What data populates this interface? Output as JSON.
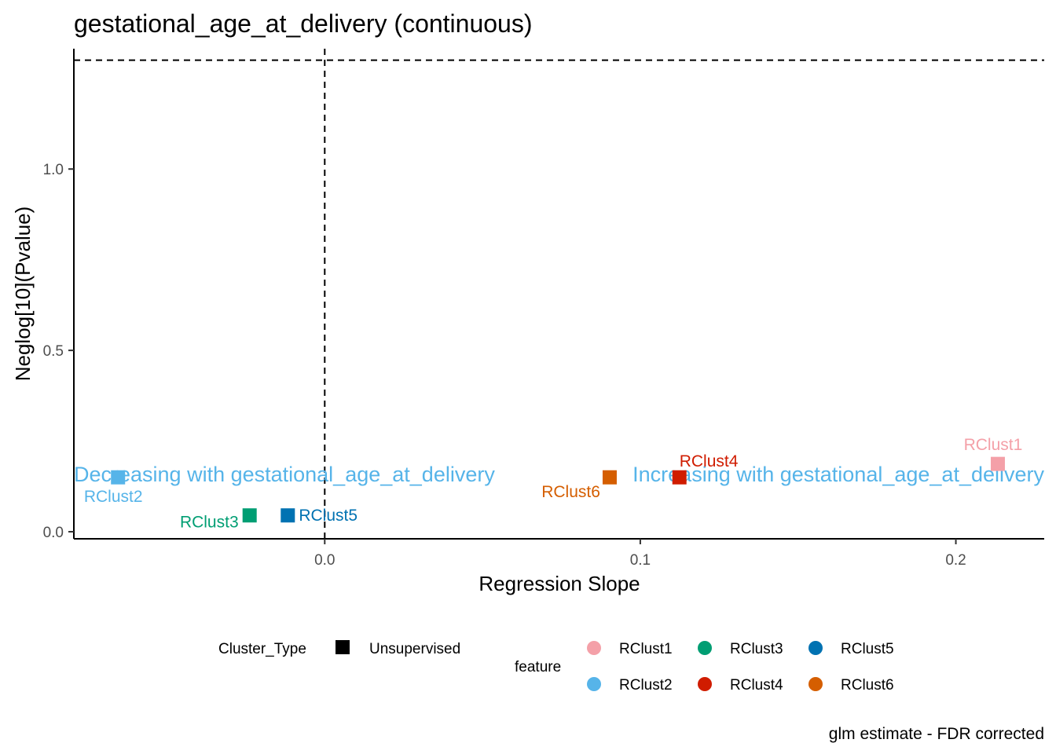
{
  "chart_data": {
    "type": "scatter",
    "title": "gestational_age_at_delivery (continuous)",
    "xlabel": "Regression Slope",
    "ylabel": "Neglog[10](Pvalue)",
    "xlim": [
      -0.0795,
      0.228
    ],
    "ylim": [
      -0.0195,
      1.3318
    ],
    "x_ticks": [
      {
        "value": 0.0,
        "label": "0.0"
      },
      {
        "value": 0.1,
        "label": "0.1"
      },
      {
        "value": 0.2,
        "label": "0.2"
      }
    ],
    "y_ticks": [
      {
        "value": 0.0,
        "label": "0.0"
      },
      {
        "value": 0.5,
        "label": "0.5"
      },
      {
        "value": 1.0,
        "label": "1.0"
      }
    ],
    "reference_lines": {
      "vertical_x": 0.0,
      "horizontal_y": 1.3
    },
    "grid": false,
    "points": [
      {
        "feature": "RClust1",
        "x": 0.2133,
        "y": 0.187,
        "color": "#F4A0A8",
        "label_dx": -0.0015,
        "label_dy": 0.053,
        "anchor": "middle"
      },
      {
        "feature": "RClust2",
        "x": -0.0655,
        "y": 0.15,
        "color": "#56B4E9",
        "label_dx": -0.0015,
        "label_dy": -0.053,
        "anchor": "middle"
      },
      {
        "feature": "RClust3",
        "x": -0.0238,
        "y": 0.045,
        "color": "#009E73",
        "label_dx": -0.0035,
        "label_dy": -0.018,
        "anchor": "end"
      },
      {
        "feature": "RClust4",
        "x": 0.1124,
        "y": 0.15,
        "color": "#D01C00",
        "label_dx": 0.0,
        "label_dy": 0.045,
        "anchor": "start"
      },
      {
        "feature": "RClust5",
        "x": -0.0117,
        "y": 0.045,
        "color": "#0072B2",
        "label_dx": 0.0035,
        "label_dy": 0.0,
        "anchor": "start"
      },
      {
        "feature": "RClust6",
        "x": 0.0903,
        "y": 0.15,
        "color": "#D55E00",
        "label_dx": -0.003,
        "label_dy": -0.04,
        "anchor": "end"
      }
    ],
    "annotations": [
      {
        "text": "Decreasing with gestational_age_at_delivery",
        "x": -0.0795,
        "y": 0.16,
        "anchor": "start",
        "color": "#56B4E9"
      },
      {
        "text": "Increasing with gestational_age_at_delivery",
        "x": 0.228,
        "y": 0.16,
        "anchor": "end",
        "color": "#56B4E9"
      }
    ],
    "legend": {
      "position": "bottom",
      "shape_title": "Cluster_Type",
      "shape_entries": [
        {
          "label": "Unsupervised",
          "color": "#000000"
        }
      ],
      "color_title": "feature",
      "color_entries": [
        {
          "label": "RClust1",
          "color": "#F4A0A8"
        },
        {
          "label": "RClust2",
          "color": "#56B4E9"
        },
        {
          "label": "RClust3",
          "color": "#009E73"
        },
        {
          "label": "RClust4",
          "color": "#D01C00"
        },
        {
          "label": "RClust5",
          "color": "#0072B2"
        },
        {
          "label": "RClust6",
          "color": "#D55E00"
        }
      ]
    },
    "caption": "glm estimate - FDR corrected"
  }
}
